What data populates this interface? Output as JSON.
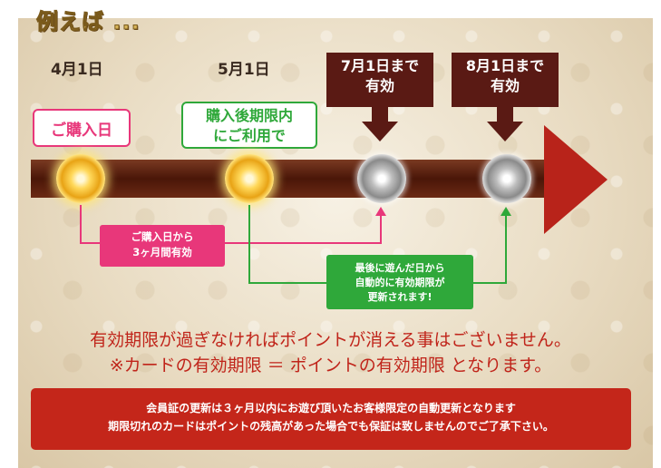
{
  "heading": "例えば ...",
  "dates": [
    "4月1日",
    "5月1日"
  ],
  "expiry_tags": [
    {
      "line1": "7月1日まで",
      "line2": "有効"
    },
    {
      "line1": "8月1日まで",
      "line2": "有効"
    }
  ],
  "purchase_label": "ご購入日",
  "use_label": {
    "line1": "購入後期限内",
    "line2": "にご利用で"
  },
  "pink_note": {
    "line1": "ご購入日から",
    "line2": "3ヶ月間有効"
  },
  "green_note": {
    "line1": "最後に遊んだ日から",
    "line2": "自動的に有効期限が",
    "line3": "更新されます!"
  },
  "note_line1": "有効期限が過ぎなければポイントが消える事はございません。",
  "note_line2": "※カードの有効期限 ＝ ポイントの有効期限 となります。",
  "red_box": {
    "line1": "会員証の更新は３ヶ月以内にお遊び頂いたお客様限定の自動更新となります",
    "line2": "期限切れのカードはポイントの残高があった場合でも保証は致しませんのでご了承下さい。"
  },
  "colors": {
    "pink": "#e8377a",
    "green": "#2fa83a",
    "red": "#c4261a",
    "dark_brown": "#5a1a14"
  }
}
